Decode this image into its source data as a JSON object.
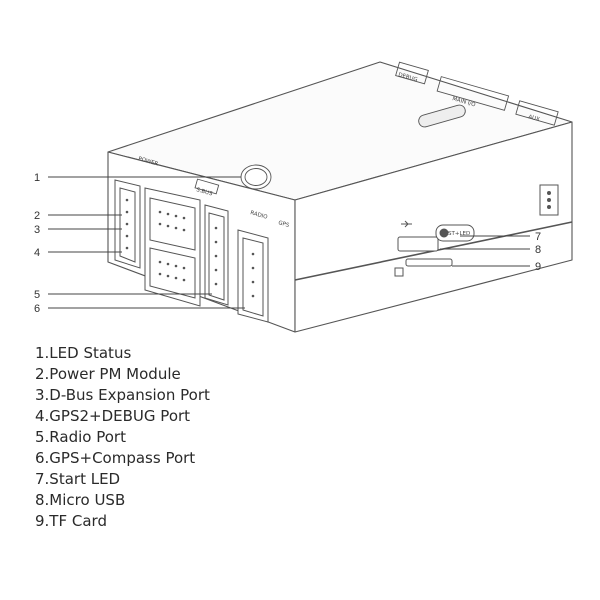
{
  "diagram": {
    "device_labels": {
      "power": "POWER",
      "sbus": "S.BUS",
      "radio": "RADIO",
      "gps": "GPS",
      "st_led": "ST+LED",
      "main_io": "MAIN I/O",
      "aux": "AUX",
      "debug": "DEBUG"
    },
    "callouts": [
      "1",
      "2",
      "3",
      "4",
      "5",
      "6",
      "7",
      "8",
      "9"
    ]
  },
  "legend": [
    "1.LED Status",
    "2.Power PM Module",
    "3.D-Bus Expansion Port",
    "4.GPS2+DEBUG Port",
    "5.Radio Port",
    "6.GPS+Compass Port",
    "7.Start LED",
    "8.Micro USB",
    "9.TF Card"
  ]
}
